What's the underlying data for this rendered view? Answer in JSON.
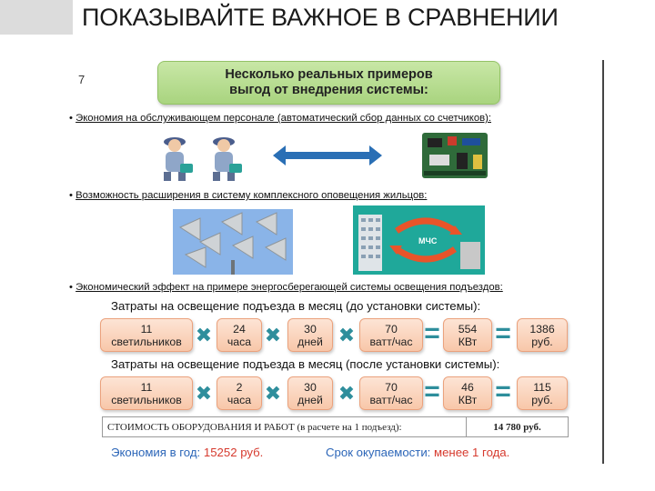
{
  "header": {
    "title": "ПОКАЗЫВАЙТЕ ВАЖНОЕ В СРАВНЕНИИ"
  },
  "slide_number": "7",
  "title_box": {
    "line1": "Несколько реальных примеров",
    "line2": "выгод от внедрения системы:"
  },
  "bullets": [
    "Экономия на обслуживающем персонале (автоматический сбор данных со счетчиков):",
    "Возможность расширения в систему комплексного оповещения жильцов:",
    "Экономический эффект на примере энергосберегающей системы освещения подъездов:"
  ],
  "mchs_label": "МЧС",
  "before": {
    "heading": "Затраты на освещение подъезда в месяц (до установки системы):",
    "boxes": [
      {
        "top": "11",
        "bottom": "светильников"
      },
      {
        "top": "24",
        "bottom": "часа"
      },
      {
        "top": "30",
        "bottom": "дней"
      },
      {
        "top": "70",
        "bottom": "ватт/час"
      },
      {
        "top": "554",
        "bottom": "КВт"
      },
      {
        "top": "1386",
        "bottom": "руб."
      }
    ]
  },
  "after": {
    "heading": "Затраты на освещение подъезда в месяц (после установки системы):",
    "boxes": [
      {
        "top": "11",
        "bottom": "светильников"
      },
      {
        "top": "2",
        "bottom": "часа"
      },
      {
        "top": "30",
        "bottom": "дней"
      },
      {
        "top": "70",
        "bottom": "ватт/час"
      },
      {
        "top": "46",
        "bottom": "КВт"
      },
      {
        "top": "115",
        "bottom": "руб."
      }
    ]
  },
  "operators": {
    "multiply": "✖",
    "equals": "="
  },
  "cost_table": {
    "label": "СТОИМОСТЬ ОБОРУДОВАНИЯ И РАБОТ (в расчете на 1 подъезд):",
    "value": "14 780 руб."
  },
  "footer": {
    "savings_label": "Экономия в год:",
    "savings_value": "15252 руб.",
    "payback_label": "Срок окупаемости:",
    "payback_value": "менее 1 года."
  },
  "colors": {
    "title_green": "#b5db8c",
    "cost_box": "#fbd3bb",
    "operator_teal": "#2e8e9c",
    "footer_blue": "#2c66b8",
    "footer_red": "#d63a2e"
  },
  "images": [
    "meter-reader-workers",
    "double-arrow-icon",
    "circuit-board",
    "loudspeakers",
    "mchs-alert-building"
  ]
}
